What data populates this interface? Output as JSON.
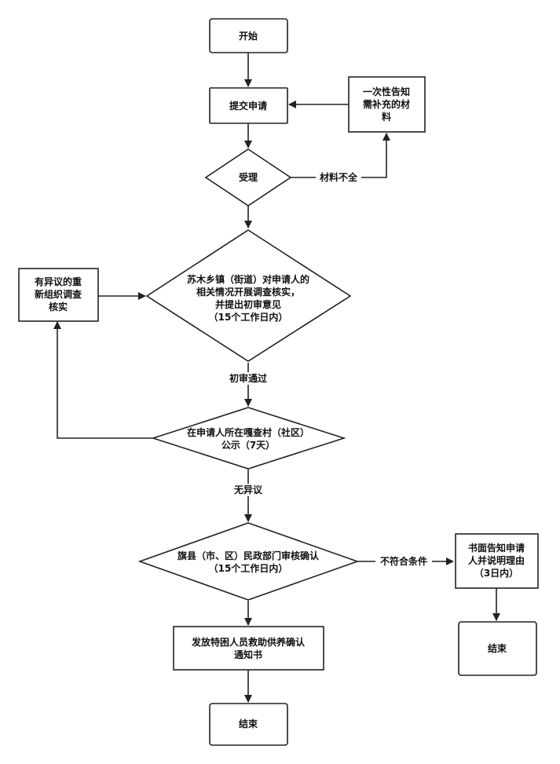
{
  "nodes": {
    "start": {
      "lines": [
        "开始"
      ]
    },
    "submit": {
      "lines": [
        "提交申请"
      ]
    },
    "notify_materials": {
      "lines": [
        "一次性告知",
        "需补充的材",
        "料"
      ]
    },
    "accept": {
      "lines": [
        "受理"
      ]
    },
    "investigate": {
      "lines": [
        "苏木乡镇（街道）对申请人的",
        "相关情况开展调查核实，",
        "并提出初审意见",
        "（15个工作日内）"
      ]
    },
    "reinvestigate": {
      "lines": [
        "有异议的重",
        "新组织调查",
        "核实"
      ]
    },
    "publicize": {
      "lines": [
        "在申请人所在嘎查村（社区）",
        "公示（7天）"
      ]
    },
    "county_review": {
      "lines": [
        "旗县（市、区）民政部门审核确认",
        "（15个工作日内）"
      ]
    },
    "issue_notice": {
      "lines": [
        "发放特困人员救助供养确认",
        "通知书"
      ]
    },
    "end_main": {
      "lines": [
        "结束"
      ]
    },
    "written_notice": {
      "lines": [
        "书面告知申请",
        "人并说明理由",
        "（3日内）"
      ]
    },
    "end_side": {
      "lines": [
        "结束"
      ]
    }
  },
  "edge_labels": {
    "incomplete": "材料不全",
    "passed": "初审通过",
    "no_objection": "无异议",
    "not_eligible": "不符合条件"
  }
}
